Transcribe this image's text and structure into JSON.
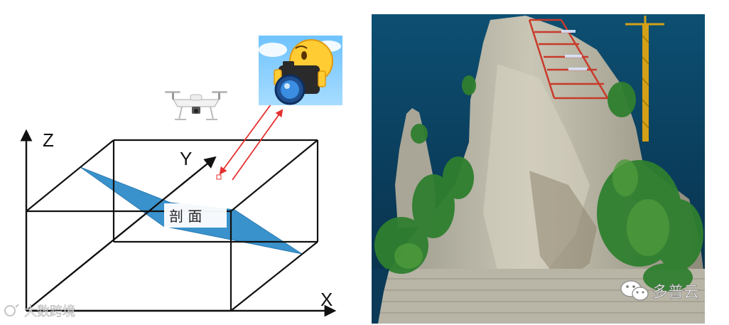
{
  "diagram": {
    "axis_labels": {
      "z": "Z",
      "y": "Y",
      "x": "X"
    },
    "section_label": "剖 面",
    "watermark_left": "大数跨境",
    "watermark_right": "多普云",
    "colors": {
      "section_plane": "#3a92cc",
      "laser_beam": "#e53030",
      "axis_line": "#111111"
    },
    "icons": [
      "drone-icon",
      "camera-emoji-icon",
      "wechat-icon"
    ]
  }
}
